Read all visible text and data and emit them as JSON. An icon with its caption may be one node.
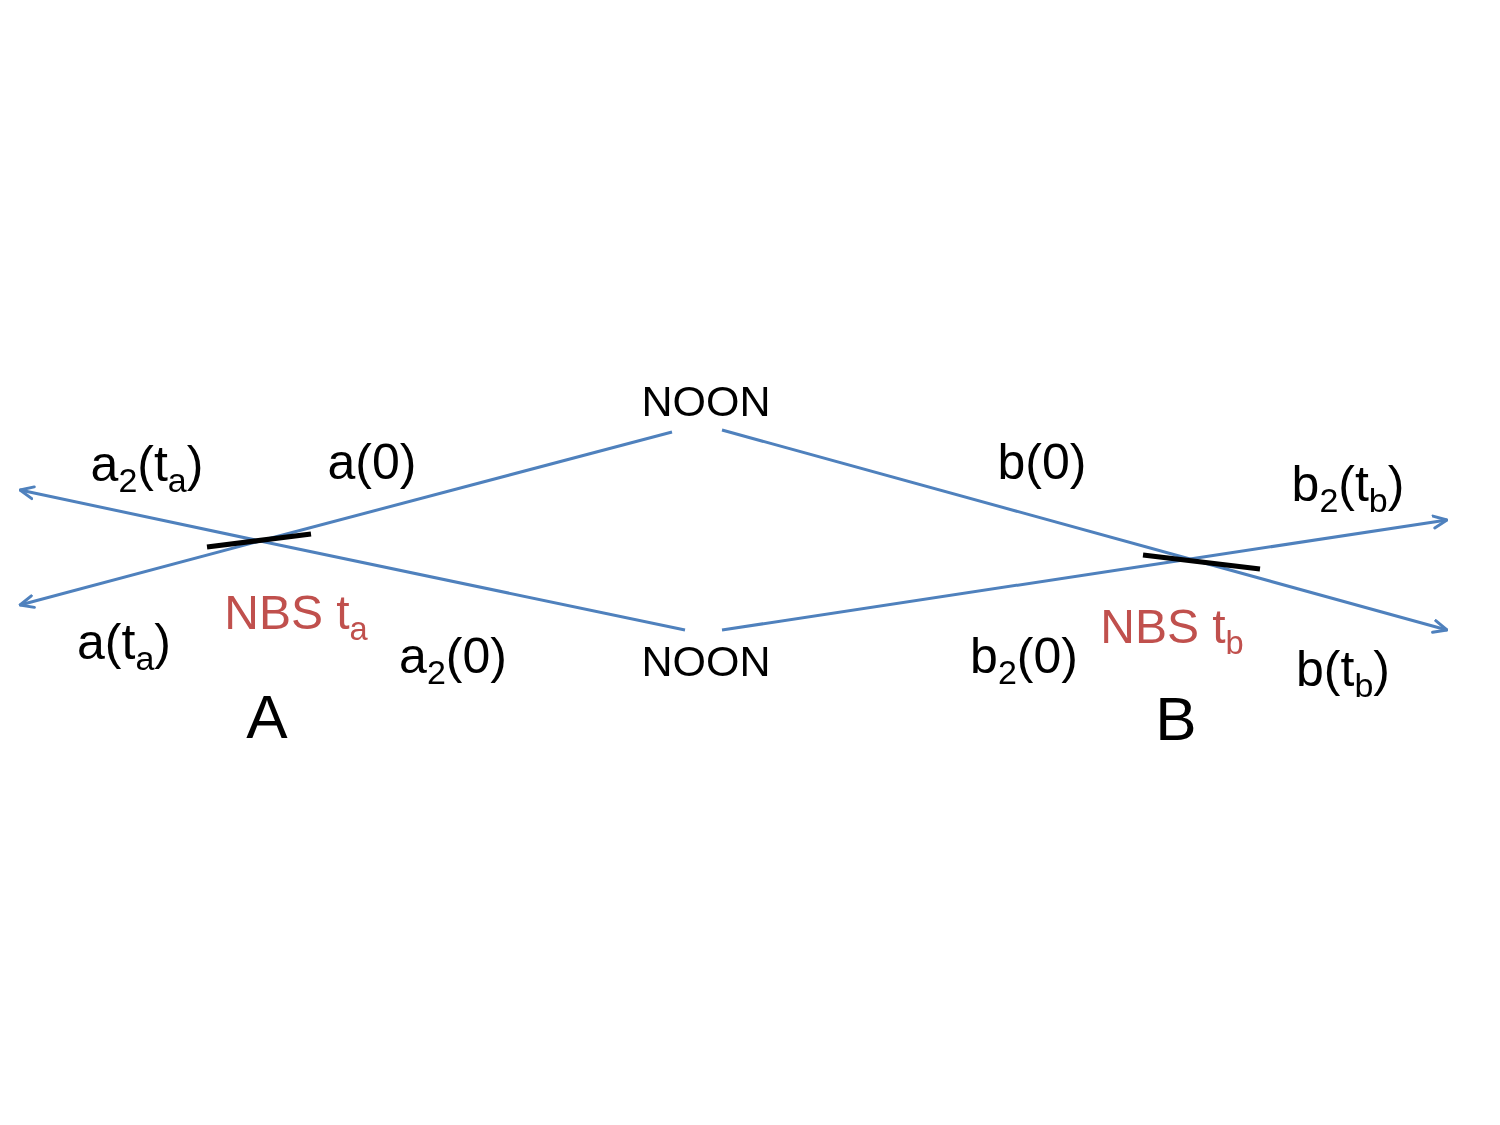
{
  "diagram": {
    "nodes": [
      {
        "text": [
          "NOON"
        ]
      },
      {
        "text": [],
        "shape": "bar",
        "beside": [
          "NBS t$_{a}$",
          "A"
        ]
      },
      {
        "text": [],
        "shape": "bar",
        "beside": [
          "NBS t$_{b}$",
          "B"
        ]
      },
      {
        "text": [
          "NOON"
        ]
      }
    ],
    "edges": [
      {
        "from": 0,
        "to": 1,
        "arrow": "none",
        "label": "a(0)"
      },
      {
        "from": 3,
        "to": 1,
        "arrow": "none",
        "label": "a$_{2}$(0)"
      },
      {
        "from": 1,
        "to": null,
        "arrow": "to",
        "label": "a(t$_{a}$)"
      },
      {
        "from": 1,
        "to": null,
        "arrow": "to",
        "label": "a$_{2}$(t$_{a}$)"
      },
      {
        "from": 0,
        "to": 2,
        "arrow": "none",
        "label": "b(0)"
      },
      {
        "from": 3,
        "to": 2,
        "arrow": "none",
        "label": "b$_{2}$(0)"
      },
      {
        "from": 2,
        "to": null,
        "arrow": "to",
        "label": "b(t$_{b}$)"
      },
      {
        "from": 2,
        "to": null,
        "arrow": "to",
        "label": "b$_{2}$(t$_{b}$)"
      }
    ]
  }
}
